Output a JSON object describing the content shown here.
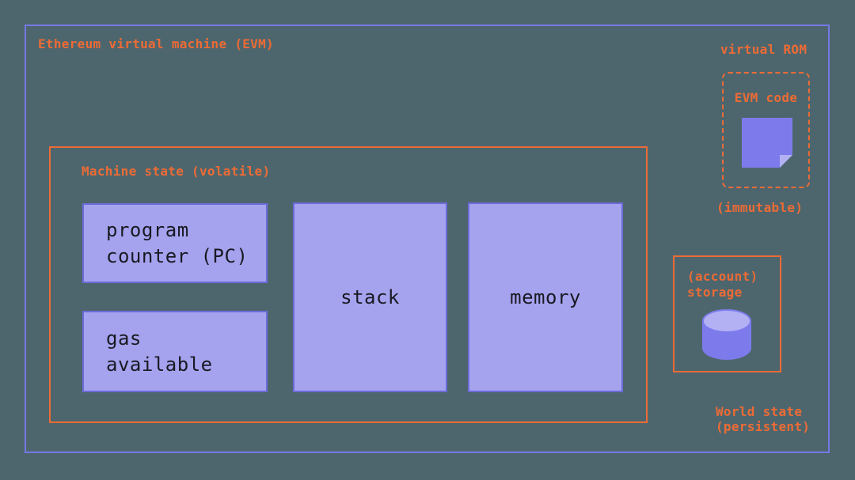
{
  "diagram": {
    "evm_title": "Ethereum virtual machine (EVM)",
    "machine_state": {
      "title": "Machine state (volatile)",
      "program_counter_label": "program\ncounter (PC)",
      "gas_available_label": "gas\navailable",
      "stack_label": "stack",
      "memory_label": "memory"
    },
    "rom": {
      "title": "virtual ROM",
      "code_label": "EVM code",
      "code_icon": "note-page-icon",
      "caption": "(immutable)"
    },
    "storage": {
      "label": "(account)\nstorage",
      "icon": "database-cylinder-icon"
    },
    "world_state_label": "World state\n(persistent)"
  },
  "colors": {
    "background": "#4d666e",
    "evm_border": "#7578e4",
    "component_border": "#6c6bd9",
    "component_fill": "#a5a3ee",
    "orange": "#ed6b35",
    "component_text": "#191922",
    "icon_purple": "#7d7bec",
    "icon_purple_light": "#b3b1f3"
  }
}
